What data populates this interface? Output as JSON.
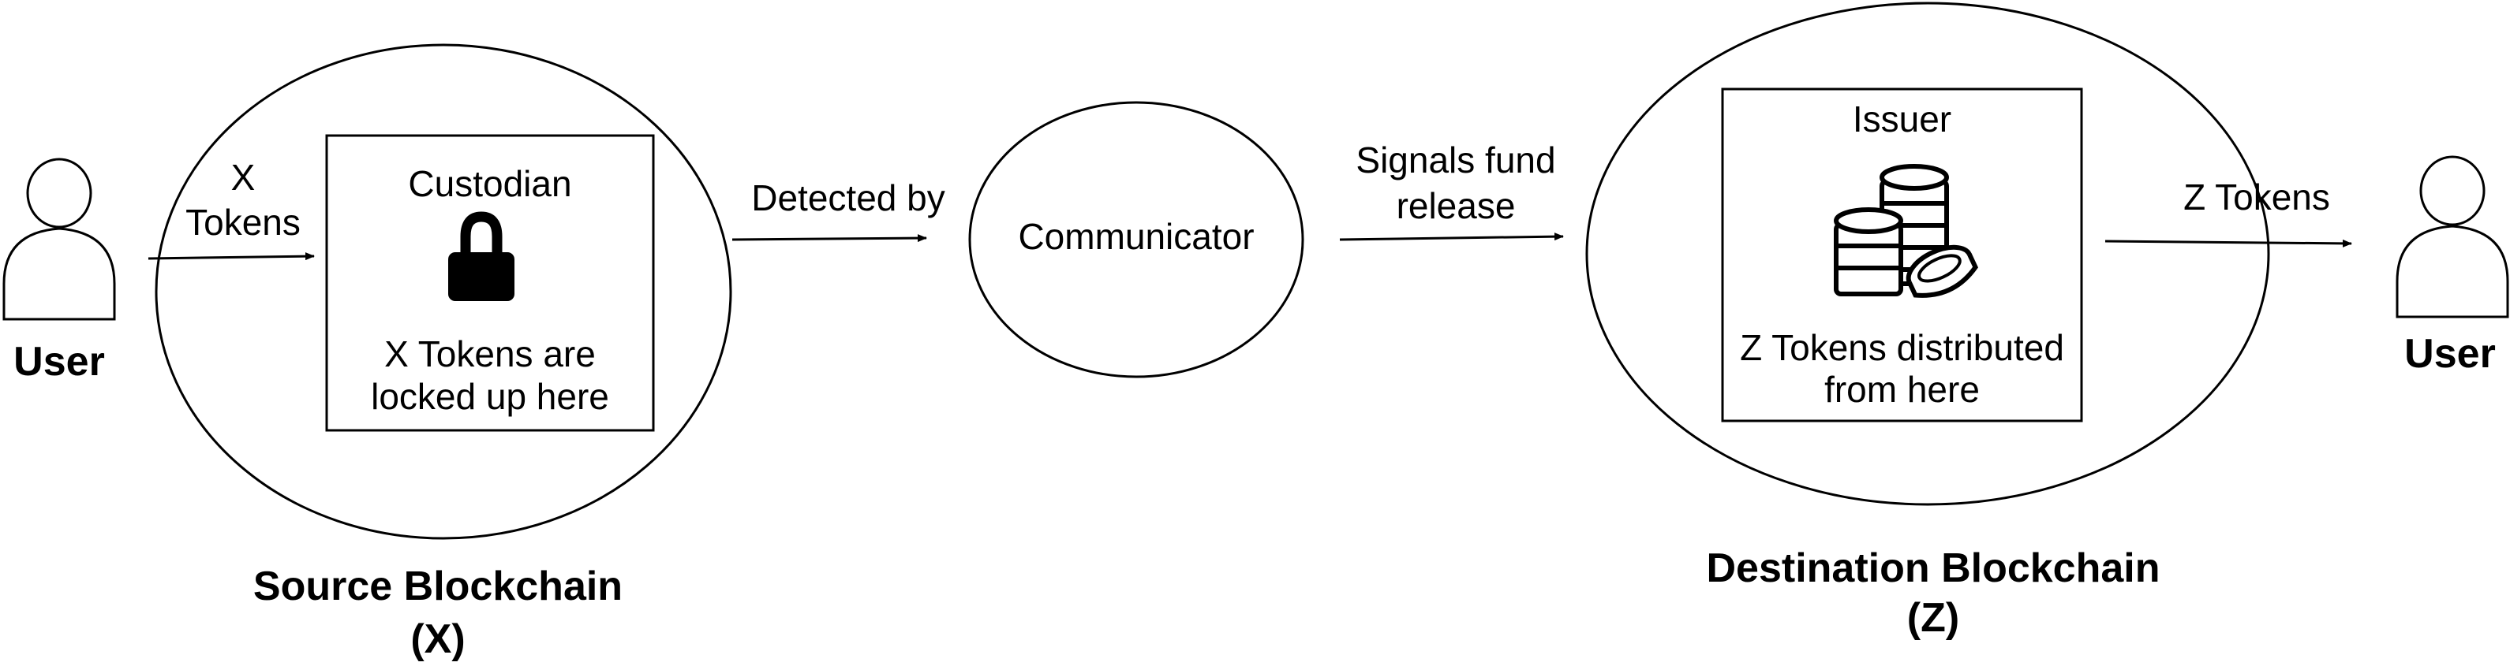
{
  "left_user": {
    "label": "User"
  },
  "right_user": {
    "label": "User"
  },
  "edges": {
    "user_to_custodian": {
      "line1": "X",
      "line2": "Tokens"
    },
    "custodian_to_communicator": {
      "label": "Detected by"
    },
    "communicator_to_issuer": {
      "line1": "Signals fund",
      "line2": "release"
    },
    "issuer_to_user": {
      "label": "Z Tokens"
    }
  },
  "source_chain": {
    "title_line1": "Source Blockchain",
    "title_line2": "(X)",
    "custodian": {
      "title": "Custodian",
      "icon": "lock-icon",
      "desc_line1": "X Tokens are",
      "desc_line2": "locked up here"
    }
  },
  "communicator": {
    "label": "Communicator"
  },
  "destination_chain": {
    "title_line1": "Destination Blockchain",
    "title_line2": "(Z)",
    "issuer": {
      "title": "Issuer",
      "icon": "coins-icon",
      "desc_line1": "Z Tokens distributed",
      "desc_line2": "from here"
    }
  }
}
